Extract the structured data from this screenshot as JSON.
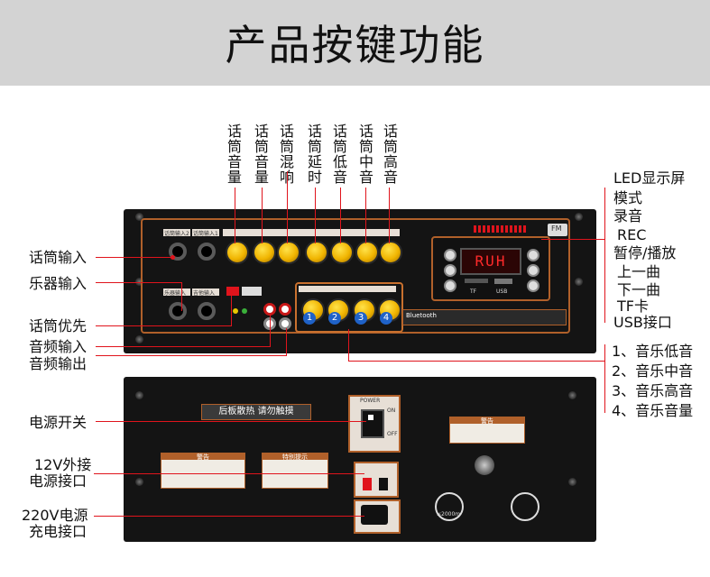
{
  "banner": {
    "title": "产品按键功能"
  },
  "top_labels": [
    "话筒音量",
    "话筒音量",
    "话筒混响",
    "话筒延时",
    "话筒低音",
    "话筒中音",
    "话筒高音"
  ],
  "left_top_labels": {
    "mic_input": "话筒输入",
    "instrument_input": "乐器输入",
    "mic_priority": "话筒优先",
    "audio_in": "音频输入",
    "audio_out": "音频输出"
  },
  "right_top_labels": [
    "LED显示屏",
    "模式",
    "录音",
    "REC",
    "暂停/播放",
    "上一曲",
    "下一曲",
    "TF卡",
    "USB接口"
  ],
  "right_bottom_labels": [
    "1、音乐低音",
    "2、音乐中音",
    "3、音乐高音",
    "4、音乐音量"
  ],
  "left_bottom_labels": {
    "power_switch": "电源开关",
    "ext12v_line1": "12V外接",
    "ext12v_line2": "电源接口",
    "ac_line1": "220V电源",
    "ac_line2": "充电接口"
  },
  "panel_top": {
    "mic_in_2": "话筒输入2",
    "mic_in_1": "话筒输入1",
    "instrument_in": "乐器输入",
    "guitar_in": "吉他输入",
    "display_text": "RUH",
    "fm_badge": "FM",
    "tf_label": "TF",
    "usb_label": "USB",
    "bluetooth_label": "Bluetooth",
    "music_knob_numbers": [
      "1",
      "2",
      "3",
      "4"
    ]
  },
  "panel_bottom": {
    "heat_warning": "后板散热 请勿触摸",
    "power_label": "POWER",
    "warning_title": "警告",
    "notice_title": "特别提示",
    "altitude": "≤2000m",
    "on_label": "ON",
    "off_label": "OFF"
  },
  "colors": {
    "banner": "#d3d3d3",
    "panel": "#141414",
    "accent": "#b0602a",
    "lead": "#e0141c",
    "knob": "#f0b400"
  }
}
